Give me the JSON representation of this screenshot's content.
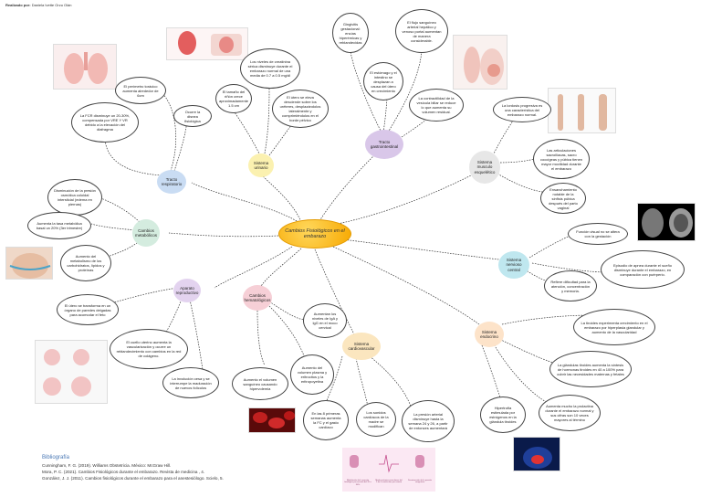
{
  "author": {
    "label": "Realizado por:",
    "name": "Daniela Ivette Orzu Olán"
  },
  "center": "Cambios Fisiológicos en el embarazo",
  "nodes": {
    "respiratorio": "Tracto respiratorio",
    "urinario": "Sistema urinario",
    "gastro": "Tracto gastrointestinal",
    "musculo": "Sistema musculo esquelético",
    "metabolicos": "Cambios metabólicos",
    "reproductivo": "Aparato reproductivo",
    "hematologicos": "Cambios hematológicos",
    "cardiovascular": "Sistema cardiovascular",
    "endocrino": "Sistema endocrino",
    "nervioso": "Sistema nervioso central"
  },
  "bubbles": {
    "r1": "El perímetro torácico aumenta alrededor de 6cm",
    "r2": "Ocurre la disnea fisiológica",
    "r3": "La FCR disminuye un 20-30%, compensada por VRE Y VR debido a la elevación del diafragma",
    "u1": "El tamaño del riñón crece aproximadamente 1.5 cm",
    "u2": "Los niveles de creatinina sérica disminuye durante el embarazo normal de una media de 0.7 a 0.5 mg/dl",
    "u3": "El útero se eleva desciende sobre los uréteres, desplazándolos lateralmente y comprimiéndolos en el borde pélvico",
    "g1": "Gingivitis gestacional: encías hiperémicas y reblandecidas",
    "g2": "El flujo sanguíneo arterial hepático y venoso portal aumentan de manera considerable.",
    "g3": "El estómago y el intestino se desplazan a causa del útero en crecimiento",
    "g4": "La contractilidad de la vesícula biliar se reduce lo que aumenta su volumen residual.",
    "m1": "La lordosis progresiva es una característica del embarazo normal.",
    "m2": "Las articulaciones sacroilíacas, sacro coccígeas y púbica tienen mayor movilidad durante el embarazo",
    "m3": "Ensanchamiento notable de la sínfisis púbica después del parto vaginal",
    "met1": "Disminución de la presión osmótica coloidal intersticial (edema en piernas)",
    "met2": "Aumenta la tasa metabólica basal un 20% (3er trimestre)",
    "met3": "Aumento del metabolismo de los carbohidratos, lípidos y proteínas",
    "rep1": "El útero se transforma en un órgano de paredes delgadas para acomodar el feto",
    "rep2": "El cuello uterino aumenta la vascularización y ocurre un reblandecimiento con cambios en la red de colágeno.",
    "rep3": "La involución cesa y se interrumpe la maduración de nuevos folículos",
    "h1": "Aumentan los niveles de IgA y IgG en el moco cervical",
    "h2": "Aumento del volumen plasma y eritrocitos y la eritropoyetina",
    "h3": "Aumento el volumen sanguíneo causando hipervolemia",
    "c1": "En las 8 primeras semanas aumenta la FC y el gasto cardíaco",
    "c2": "Los sonidos cardíacos de la madre se modifican",
    "c3": "La presión arterial disminuye hasta la semana 24 y 26, a partir de entonces aumentará",
    "e1": "La tiroides experimenta crecimiento en el embarazo por hiperplasia glandular y aumento de la vascularidad",
    "e2": "La glándulas tiroides aumenta la síntesis de hormonas tiroides en 40 a 100% para cubrir las necesidades maternas y fetales",
    "e3": "Aumenta mucho la prolactina durante el embarazo normal y sus cifras son 10 veces mayores al término",
    "e4": "Hipertrofia estimulada por estrógenos en la glándula tiroides",
    "n1": "Función visual no se altera con la gestación",
    "n2": "Episodio de apnea durante el sueño disminuye durante el embarazo, en comparación con puérperio.",
    "n3": "Refiere dificultad para la atención, concentración y memoria."
  },
  "ecg_captions": [
    "Modulación de la presión fisiológica por encima del 20 a 30%",
    "Modo arritmias auriculares del 1 de 6 ventrículos por minuto",
    "Desaturación de la presión sanguínea"
  ],
  "bibliography": {
    "title": "Bibliografía",
    "entries": [
      "Cunningham, F. G. (2019). Williams Obstetricia. México: McGraw Hill.",
      "Mora, P. C. (2021). Cambios Fisiológicos durante el embarazo. Revista de medicina , 4.",
      "González, J. J. (2011). Cambios fisiológicos durante el embarazo para el anestesiólogo. Scielo, 5."
    ]
  },
  "colors": {
    "center": "#f7a800",
    "respiratorio": "#c9dcf3",
    "urinario": "#fbf1b0",
    "gastro": "#d9c7e9",
    "musculo": "#e7e7e7",
    "metabolicos": "#d4ecdf",
    "reproductivo": "#e3d3ef",
    "hematologicos": "#f6cfd6",
    "cardiovascular": "#fbe6bf",
    "endocrino": "#fde3c9",
    "nervioso": "#bfe7ef"
  }
}
